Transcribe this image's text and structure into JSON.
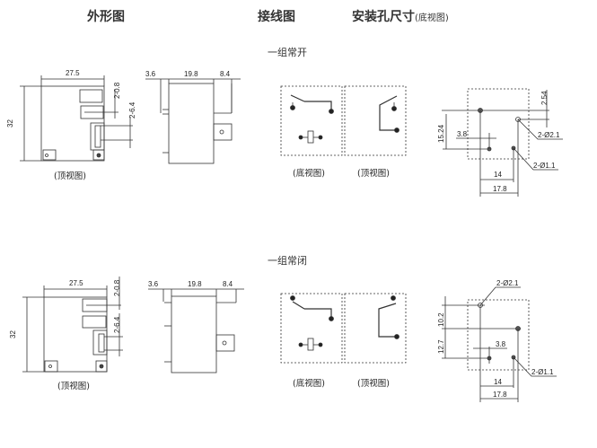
{
  "headers": {
    "outline": "外形图",
    "wiring": "接线图",
    "mount": "安装孔尺寸",
    "mount_note": "(底视图)"
  },
  "groups": [
    {
      "title": "一组常开",
      "outline_dims": {
        "width": "27.5",
        "height": "32",
        "pin_a": "2-0.8",
        "pin_b": "2-6.4",
        "side_a": "3.6",
        "side_b": "19.8",
        "side_c": "8.4"
      },
      "outline_caption": "(顶视图)",
      "wiring_captions": [
        "(底视图)",
        "(顶视图)"
      ],
      "mount_dims": {
        "v_total": "15.24",
        "v_small": "2.54",
        "h_offset": "3.8",
        "h_14": "14",
        "h_17": "17.8",
        "hole_large": "2-Ø2.1",
        "hole_small": "2-Ø1.1"
      }
    },
    {
      "title": "一组常闭",
      "outline_dims": {
        "width": "27.5",
        "height": "32",
        "pin_a": "2-0.8",
        "pin_b": "2-6.4",
        "side_a": "3.6",
        "side_b": "19.8",
        "side_c": "8.4"
      },
      "outline_caption": "(顶视图)",
      "wiring_captions": [
        "(底视图)",
        "(顶视图)"
      ],
      "mount_dims": {
        "v_top": "10.2",
        "v_bottom": "12.7",
        "h_offset": "3.8",
        "h_14": "14",
        "h_17": "17.8",
        "hole_large": "2-Ø2.1",
        "hole_small": "2-Ø1.1"
      }
    }
  ]
}
